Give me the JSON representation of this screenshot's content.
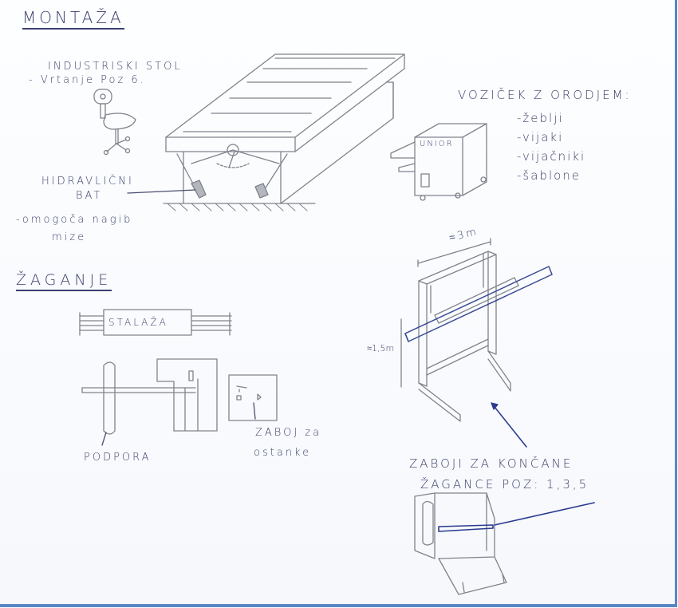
{
  "sections": {
    "montaza": {
      "heading": "MONTAŽA",
      "industrial_table": {
        "label_line1": "INDUSTRISKI   STOL",
        "label_line2": "- Vrtanje  Poz 6."
      },
      "hydraulic": {
        "label_line1": "HIDRAVLIČNI",
        "label_line2": "BAT",
        "note_line1": "-omogoča   nagib",
        "note_line2": "mize"
      },
      "tool_cart": {
        "heading": "VOZIČEK  Z  ORODJEM:",
        "brand": "UNIOR",
        "items": [
          "-žeblji",
          "-vijaki",
          "-vijačniki",
          "-šablone"
        ]
      }
    },
    "zaganje": {
      "heading": "ŽAGANJE",
      "shelf_label": "STALAŽA",
      "support_label": "PODPORA",
      "scrap_box": {
        "label_line1": "ZABOJ  za",
        "label_line2": "ostanke"
      },
      "rack": {
        "width_dim": "≈3m",
        "height_dim": "≈1,5m"
      },
      "finished_boxes": {
        "label_line1": "ZABOJI   ZA   KONČANE",
        "label_line2": "ŽAGANCE    POZ:  1,3,5"
      }
    }
  },
  "colors": {
    "pencil": "#7a7d86",
    "ink": "#3a3f6a",
    "blue_pen": "#2b3b8f",
    "border": "#5b86c4"
  }
}
